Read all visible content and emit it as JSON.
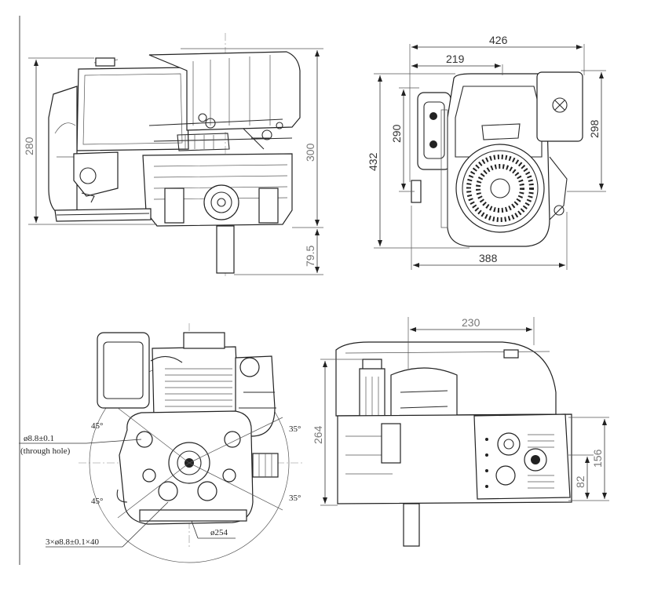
{
  "side_view": {
    "dims": {
      "height_left": "280",
      "height_right": "300",
      "shaft": "79.5"
    }
  },
  "top_view": {
    "dims": {
      "total_width": "426",
      "partial_width": "219",
      "height_left": "432",
      "height_inner": "290",
      "height_right": "298",
      "bottom_width": "388"
    }
  },
  "bottom_view": {
    "dims": {
      "hole_callout": "ø8.8±0.1",
      "hole_note": "(through hole)",
      "angle_top_left": "45°",
      "angle_bottom_left": "45°",
      "angle_top_right": "35°",
      "angle_bottom_right": "35°",
      "holes_callout": "3×ø8.8±0.1×40",
      "bolt_circle": "ø254"
    }
  },
  "front_view": {
    "dims": {
      "width": "230",
      "height": "264",
      "right_height": "156",
      "right_low": "82"
    }
  }
}
